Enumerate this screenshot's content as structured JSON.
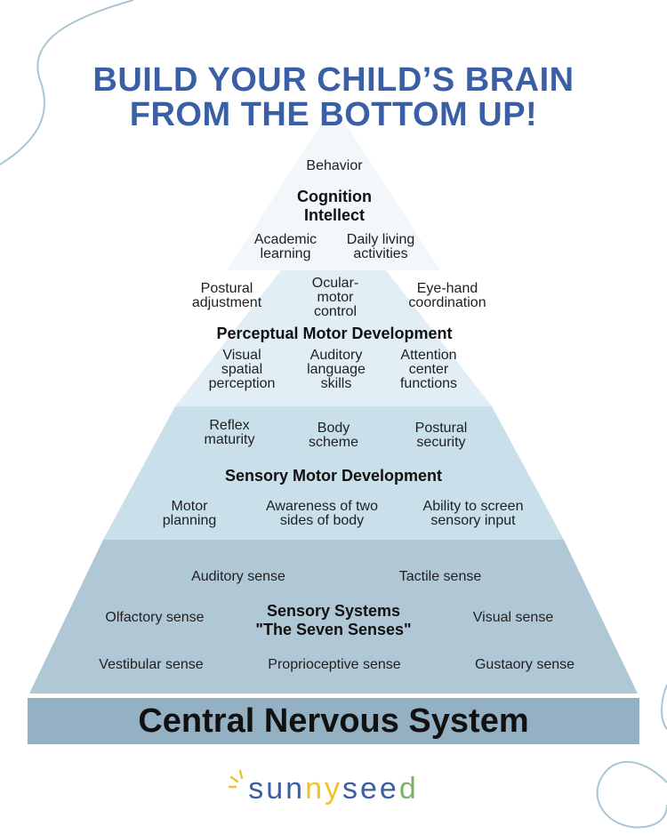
{
  "title": {
    "line1": "BUILD YOUR CHILD’S BRAIN",
    "line2": "FROM THE BOTTOM UP!"
  },
  "pyramid": {
    "top": {
      "behavior": "Behavior",
      "heading": "Cognition\nIntellect",
      "items": [
        "Academic\nlearning",
        "Daily living\nactivities"
      ]
    },
    "perceptual": {
      "heading": "Perceptual Motor Development",
      "upper": [
        "Postural\nadjustment",
        "Ocular-\nmotor\ncontrol",
        "Eye-hand\ncoordination"
      ],
      "lower": [
        "Visual\nspatial\nperception",
        "Auditory\nlanguage\nskills",
        "Attention\ncenter\nfunctions"
      ]
    },
    "sensory_motor": {
      "heading": "Sensory Motor Development",
      "upper": [
        "Reflex\nmaturity",
        "Body\nscheme",
        "Postural\nsecurity"
      ],
      "lower": [
        "Motor\nplanning",
        "Awareness of two\nsides of body",
        "Ability to screen\nsensory input"
      ]
    },
    "sensory_systems": {
      "heading": "Sensory Systems\n\"The Seven Senses\"",
      "senses": [
        "Auditory sense",
        "Tactile sense",
        "Olfactory sense",
        "Visual sense",
        "Vestibular sense",
        "Proprioceptive sense",
        "Gustaory sense"
      ]
    },
    "base": "Central Nervous System"
  },
  "brand": {
    "letters": [
      "s",
      "u",
      "n",
      "n",
      "y",
      "s",
      "e",
      "e",
      "d"
    ],
    "letter_colors": [
      "#3b5fa5",
      "#3b5fa5",
      "#3b5fa5",
      "#f2c12e",
      "#f2c12e",
      "#3b5fa5",
      "#3b5fa5",
      "#3b5fa5",
      "#7bb26a"
    ]
  },
  "colors": {
    "title": "#3b5fa5",
    "tier_top": "#f2f7fa",
    "tier_perceptual": "#e2eef5",
    "tier_sensory_motor": "#c9dfea",
    "tier_sensory_systems": "#b0c8d6",
    "base": "#93b1c3",
    "decor_line": "#a9c6d6"
  }
}
